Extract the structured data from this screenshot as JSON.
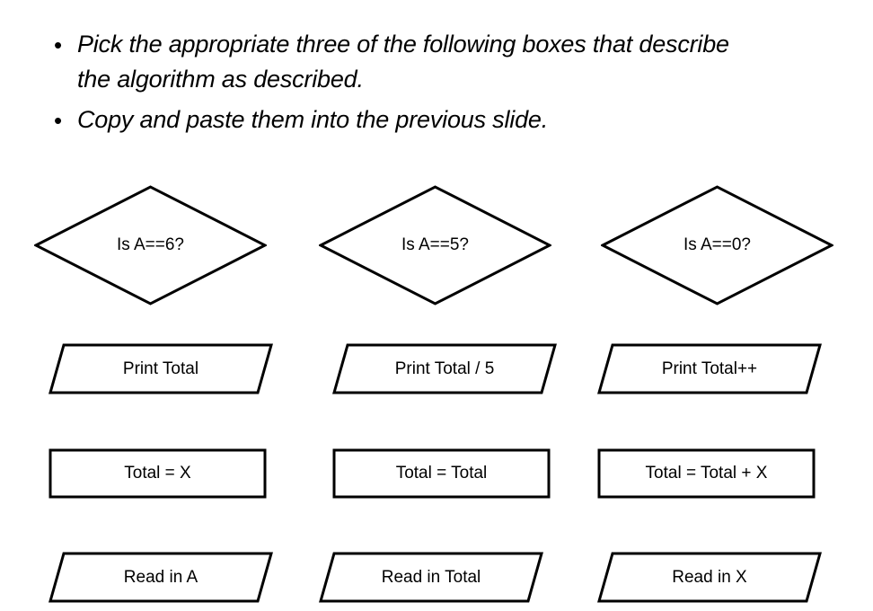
{
  "slide": {
    "background_color": "#ffffff",
    "shape_stroke_color": "#000000",
    "shape_fill_color": "#ffffff"
  },
  "bullets": [
    {
      "marker": "•",
      "text": "Pick the appropriate three of the following boxes that describe the algorithm as described."
    },
    {
      "marker": "•",
      "text": "Copy and paste them into the previous slide."
    }
  ],
  "flowchart": {
    "rows": [
      {
        "shape": "decision-diamond",
        "cells": [
          {
            "label": "Is A==6?"
          },
          {
            "label": "Is A==5?"
          },
          {
            "label": "Is A==0?"
          }
        ]
      },
      {
        "shape": "output-parallelogram",
        "cells": [
          {
            "label": "Print Total"
          },
          {
            "label": "Print Total / 5"
          },
          {
            "label": "Print Total++"
          }
        ]
      },
      {
        "shape": "process-rectangle",
        "cells": [
          {
            "label": "Total = X"
          },
          {
            "label": "Total = Total"
          },
          {
            "label": "Total = Total + X"
          }
        ]
      },
      {
        "shape": "input-parallelogram",
        "cells": [
          {
            "label": "Read in A"
          },
          {
            "label": "Read in Total"
          },
          {
            "label": "Read in X"
          }
        ]
      }
    ]
  }
}
